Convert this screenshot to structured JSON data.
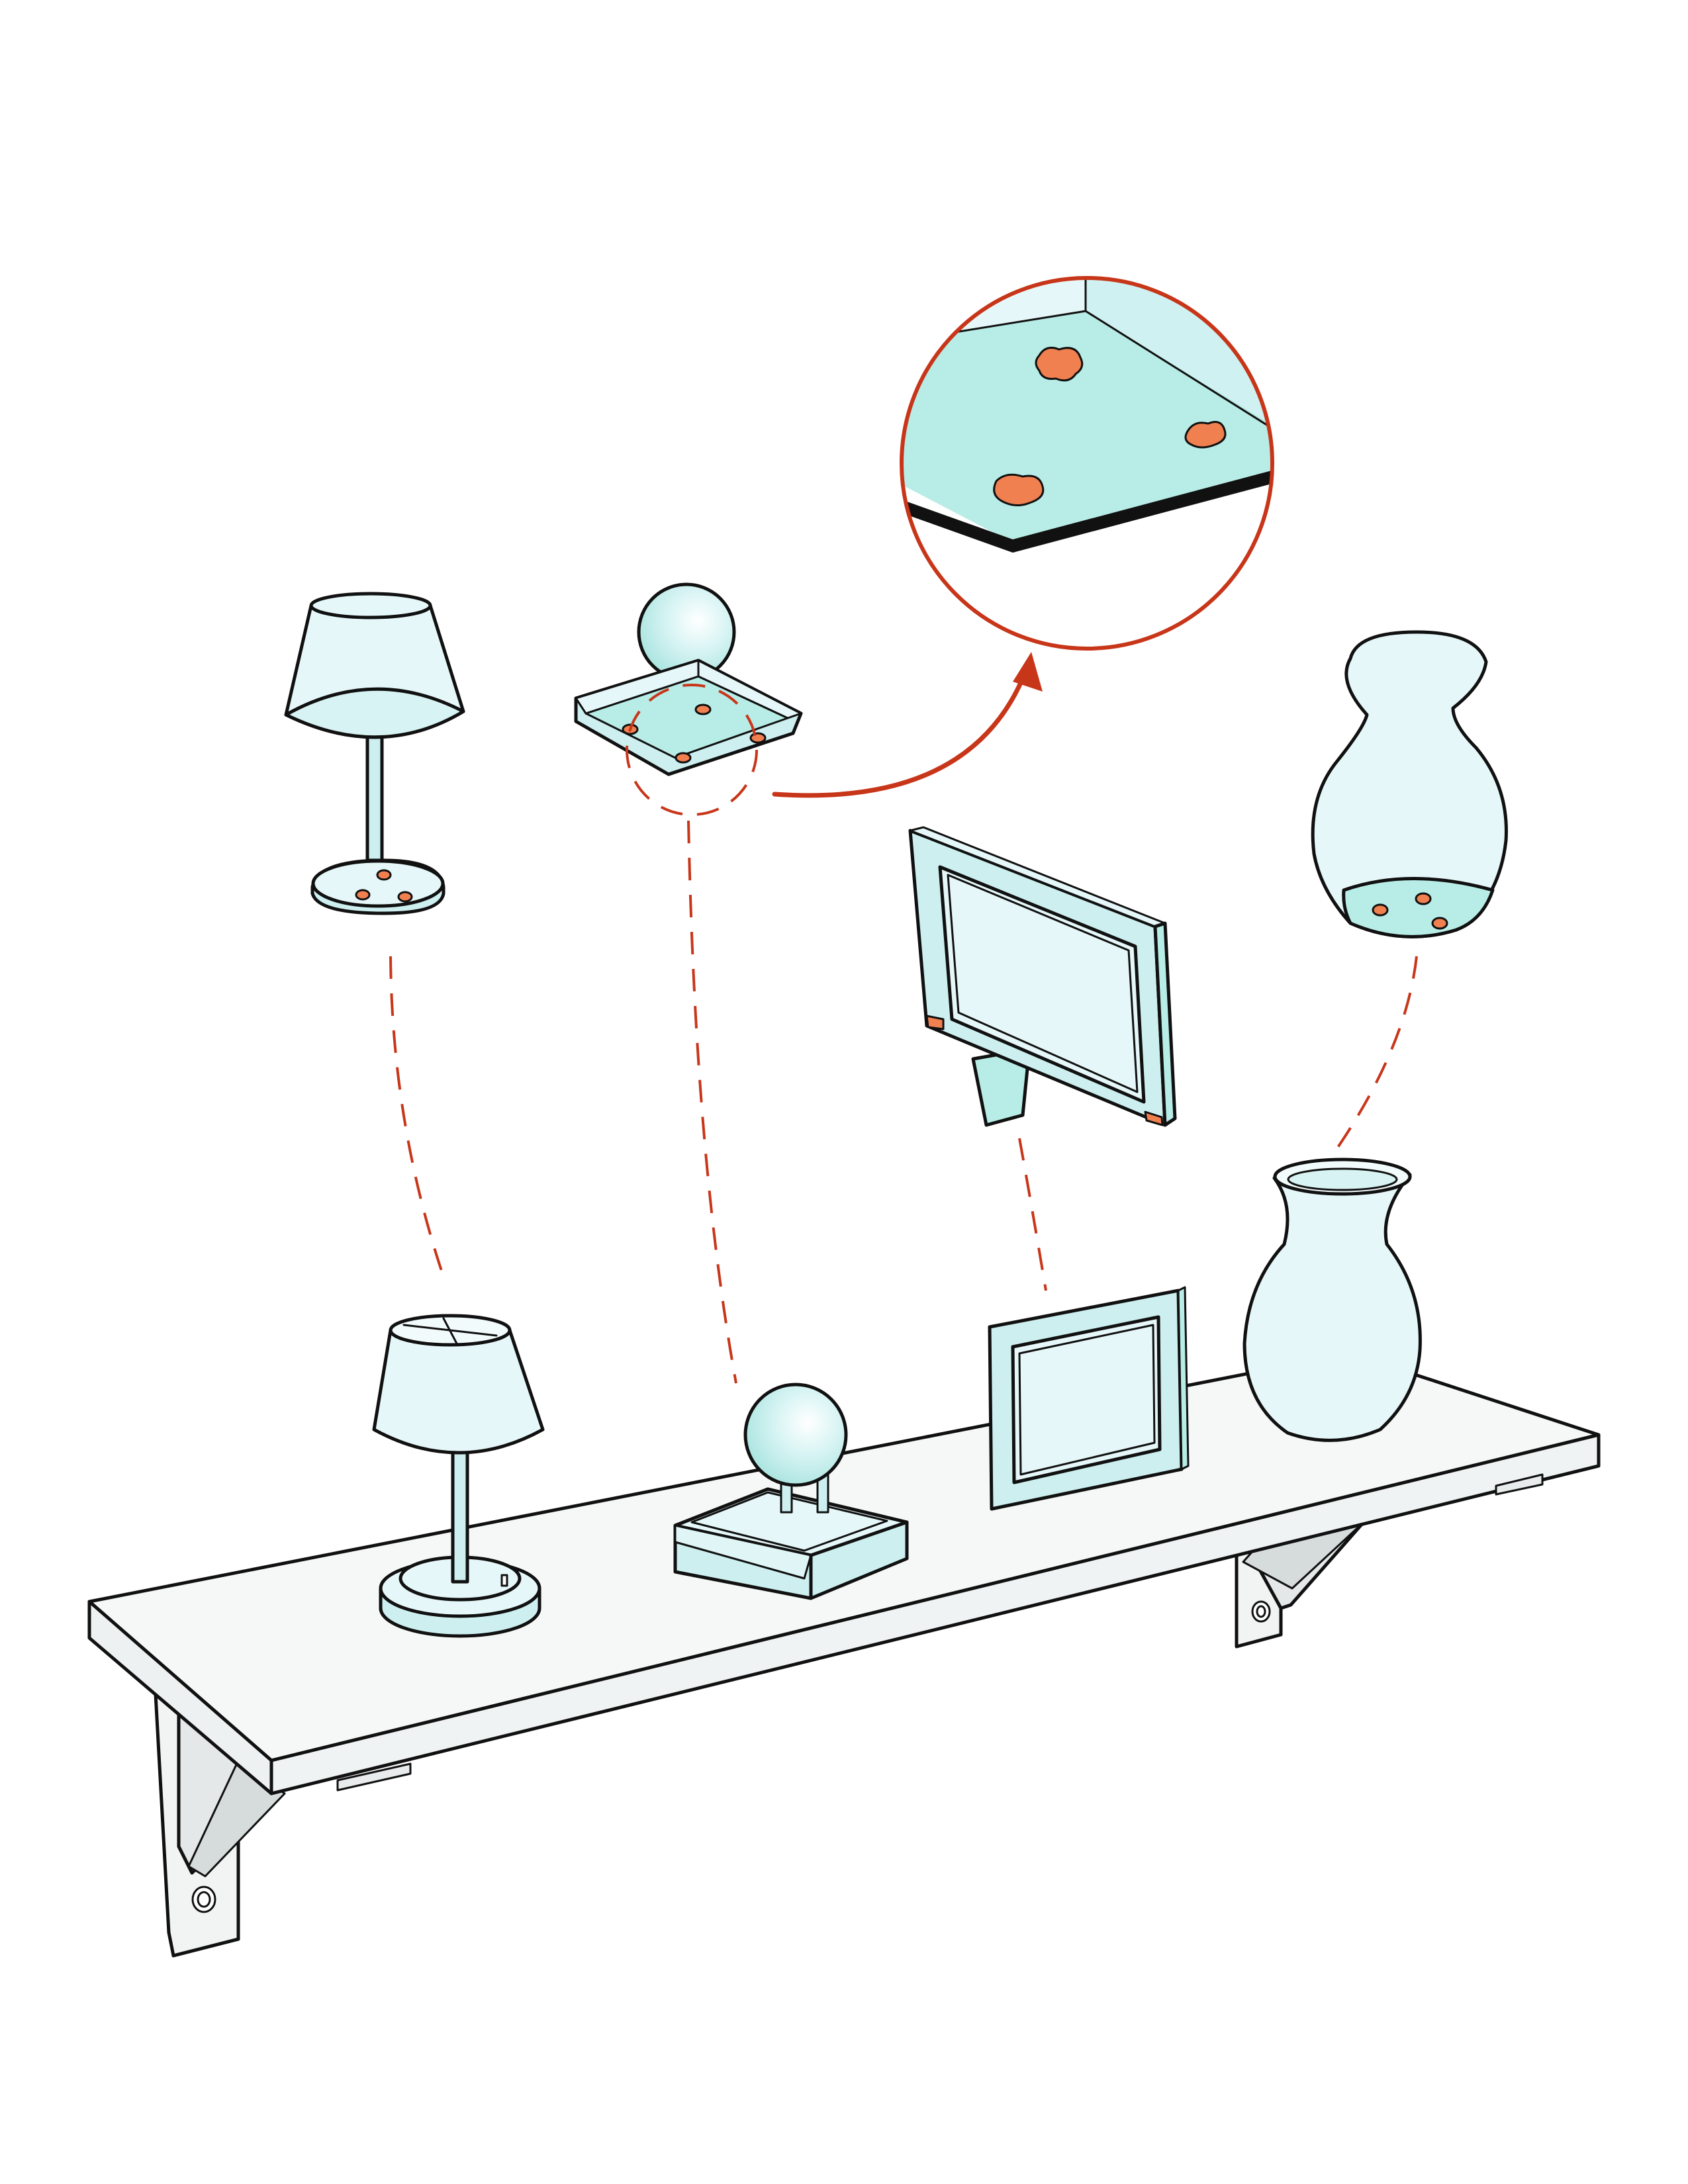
{
  "colors": {
    "object_fill": "#e6f7f9",
    "object_fill_dark": "#b8ece6",
    "object_fill_mid": "#cdeff0",
    "felt_pad": "#f08050",
    "callout": "#c8361a",
    "shelf": "#f6f8f8",
    "line": "#111111"
  },
  "icons": {
    "lamp": "table-lamp-icon",
    "globe": "crystal-ball-on-stand-icon",
    "frame": "picture-frame-icon",
    "vase": "vase-icon",
    "shelf": "wall-shelf-icon",
    "zoom": "magnified-detail-circle"
  },
  "diagram": {
    "items": [
      "table-lamp",
      "crystal-ball",
      "picture-frame",
      "vase"
    ],
    "felt_pads_shown": true
  }
}
